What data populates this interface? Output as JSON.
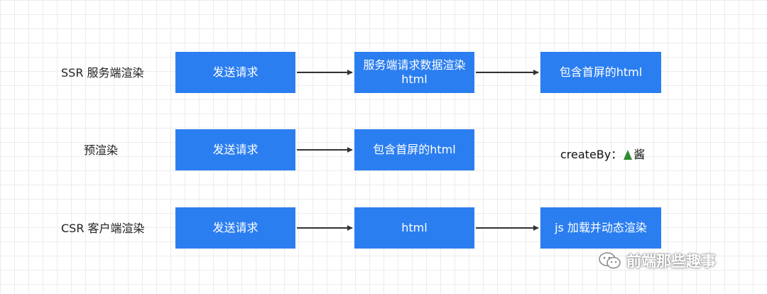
{
  "rows": [
    {
      "label": "SSR 服务端渲染",
      "steps": [
        {
          "lines": [
            "发送请求"
          ]
        },
        {
          "lines": [
            "服务端请求数据渲染",
            "html"
          ]
        },
        {
          "lines": [
            "包含首屏的html"
          ]
        }
      ]
    },
    {
      "label": "预渲染",
      "steps": [
        {
          "lines": [
            "发送请求"
          ]
        },
        {
          "lines": [
            "包含首屏的html"
          ]
        }
      ]
    },
    {
      "label": "CSR 客户端渲染",
      "steps": [
        {
          "lines": [
            "发送请求"
          ]
        },
        {
          "lines": [
            "html"
          ]
        },
        {
          "lines": [
            "js 加载并动态渲染"
          ]
        }
      ]
    }
  ],
  "credit": {
    "prefix": "createBy：",
    "suffix": "酱",
    "icon": "tree-icon"
  },
  "watermark": {
    "text": "前端那些趣事",
    "icon": "wechat-icon"
  },
  "colors": {
    "box": "#2b7ef0",
    "arrow": "#333333",
    "grid": "#ececec"
  }
}
